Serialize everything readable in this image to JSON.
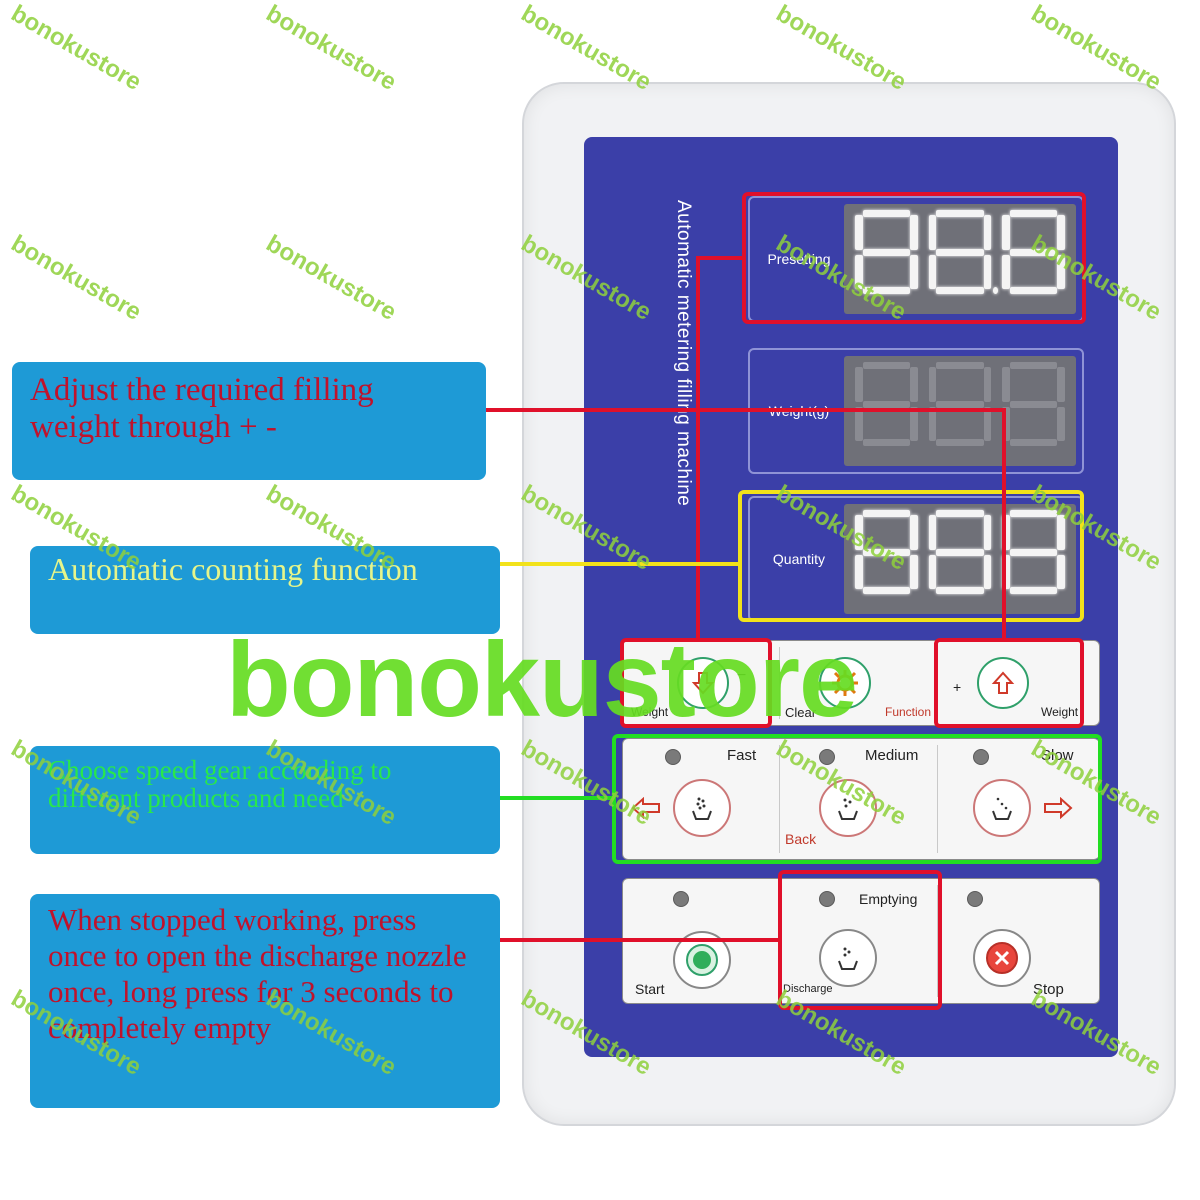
{
  "panel": {
    "title": "Automatic metering filling machine",
    "displays": [
      {
        "label": "Presetting",
        "value": "88.8"
      },
      {
        "label": "Weight(g)",
        "value": ""
      },
      {
        "label": "Quantity",
        "value": "888"
      }
    ],
    "row1": {
      "weight_minus_label": "Weight",
      "minus_sign": "−",
      "clear_label": "Clear",
      "function_label": "Function",
      "plus_sign": "+",
      "weight_plus_label": "Weight"
    },
    "row2": {
      "fast_label": "Fast",
      "medium_label": "Medium",
      "slow_label": "Slow",
      "back_label": "Back"
    },
    "row3": {
      "start_label": "Start",
      "emptying_label": "Emptying",
      "discharge_label": "Discharge",
      "stop_label": "Stop"
    }
  },
  "callouts": [
    {
      "text": "Adjust the required filling weight through + -",
      "color": "#c0122b"
    },
    {
      "text": "Automatic counting function",
      "color": "#e6f58a"
    },
    {
      "text": "Choose speed gear according to different products and need",
      "color": "#29e84a"
    },
    {
      "text": "When stopped working, press once to open the discharge nozzle once, long press for 3 seconds to completely empty",
      "color": "#c0122b"
    }
  ],
  "colors": {
    "panel_blue": "#3b3fa8",
    "callout_blue": "#1e9ad6",
    "highlight_red": "#e0102a",
    "highlight_yellow": "#f2e21a",
    "highlight_green": "#22dd22"
  },
  "watermark": {
    "text": "bonokustore",
    "big_text": "bonokustore"
  }
}
